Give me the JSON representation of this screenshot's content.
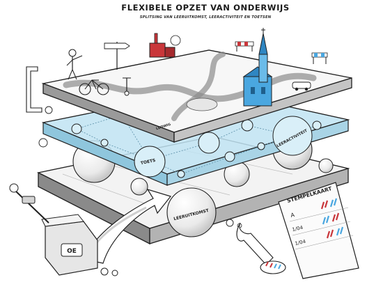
{
  "title": "FLEXIBELE OPZET VAN ONDERWIJS",
  "subtitle": "SPLITSING VAN LEERUITKOMST, LEERACTIVITEIT EN TOETSEN",
  "labels": {
    "leeractiviteit": "LEERACTIVITEIT",
    "toets": "TOETS",
    "leeruitkomst": "LEERUITKOMST",
    "pier": "LUDWIG"
  },
  "stamp_card": {
    "heading": "STEMPELKAART",
    "rows": [
      "A",
      "1/04",
      "1/04"
    ]
  },
  "machine_label": "OE",
  "colors": {
    "water_blue": "#bfe3f2",
    "church_blue": "#4aa7e0",
    "brick_red": "#c9363a",
    "ink": "#1f1f1f"
  }
}
